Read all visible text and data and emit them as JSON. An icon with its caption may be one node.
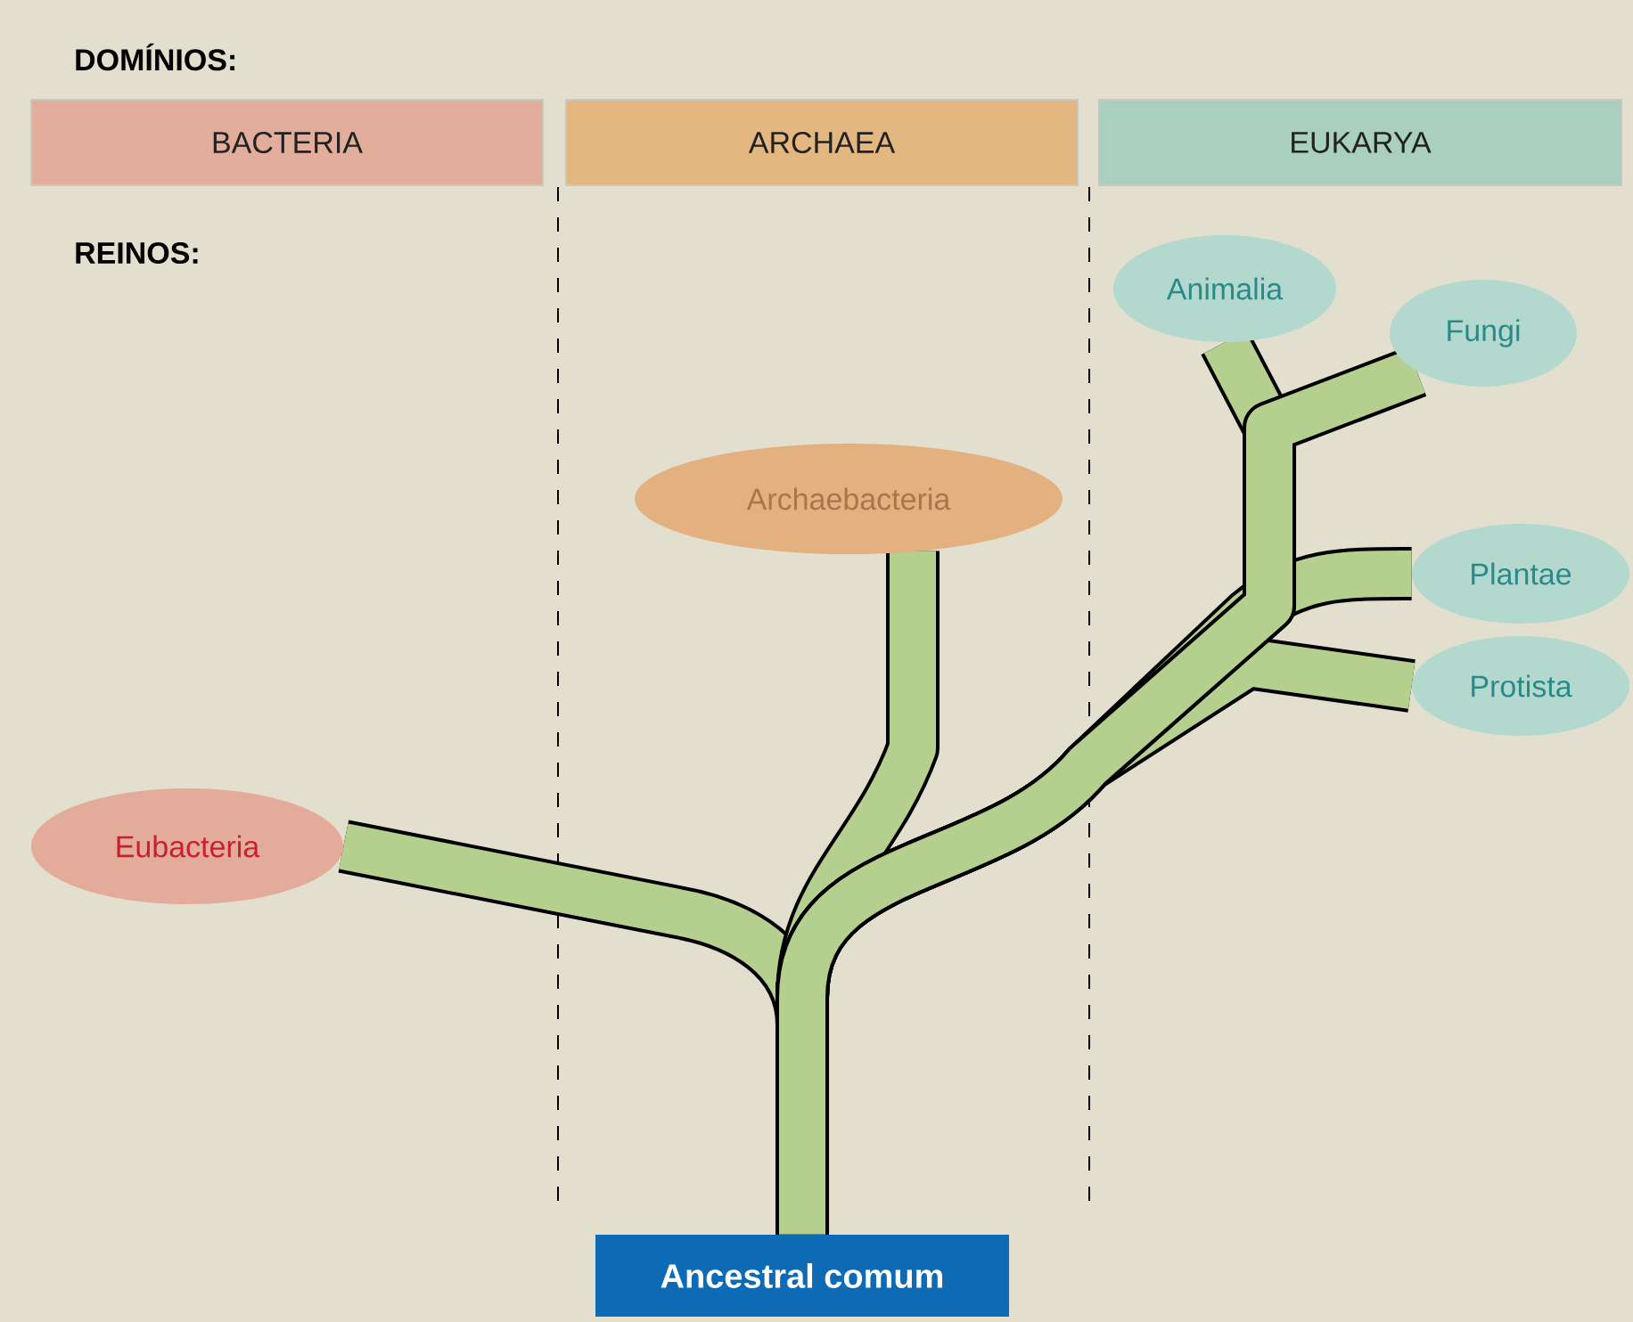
{
  "diagram": {
    "nodes": [
      {
        "text": [
          "BACTERIA"
        ]
      },
      {
        "text": [
          "ARCHAEA"
        ]
      },
      {
        "text": [
          "EUKARYA"
        ]
      },
      {
        "text": [
          "Eubacteria"
        ]
      },
      {
        "text": [
          "Archaebacteria"
        ]
      },
      {
        "text": [
          "Animalia"
        ]
      },
      {
        "text": [
          "Fungi"
        ]
      },
      {
        "text": [
          "Plantae"
        ]
      },
      {
        "text": [
          "Protista"
        ]
      },
      {
        "text": [
          "Ancestral comum"
        ]
      }
    ],
    "edges": [
      {
        "from": 9,
        "to": 3,
        "arrow": "none"
      },
      {
        "from": 9,
        "to": 4,
        "arrow": "none"
      },
      {
        "from": 9,
        "to": 8,
        "arrow": "none"
      },
      {
        "from": 9,
        "to": 7,
        "arrow": "none"
      },
      {
        "from": 9,
        "to": 5,
        "arrow": "none"
      },
      {
        "from": 9,
        "to": 6,
        "arrow": "none"
      }
    ],
    "labels": [
      "DOMÍNIOS:",
      "REINOS:"
    ]
  }
}
